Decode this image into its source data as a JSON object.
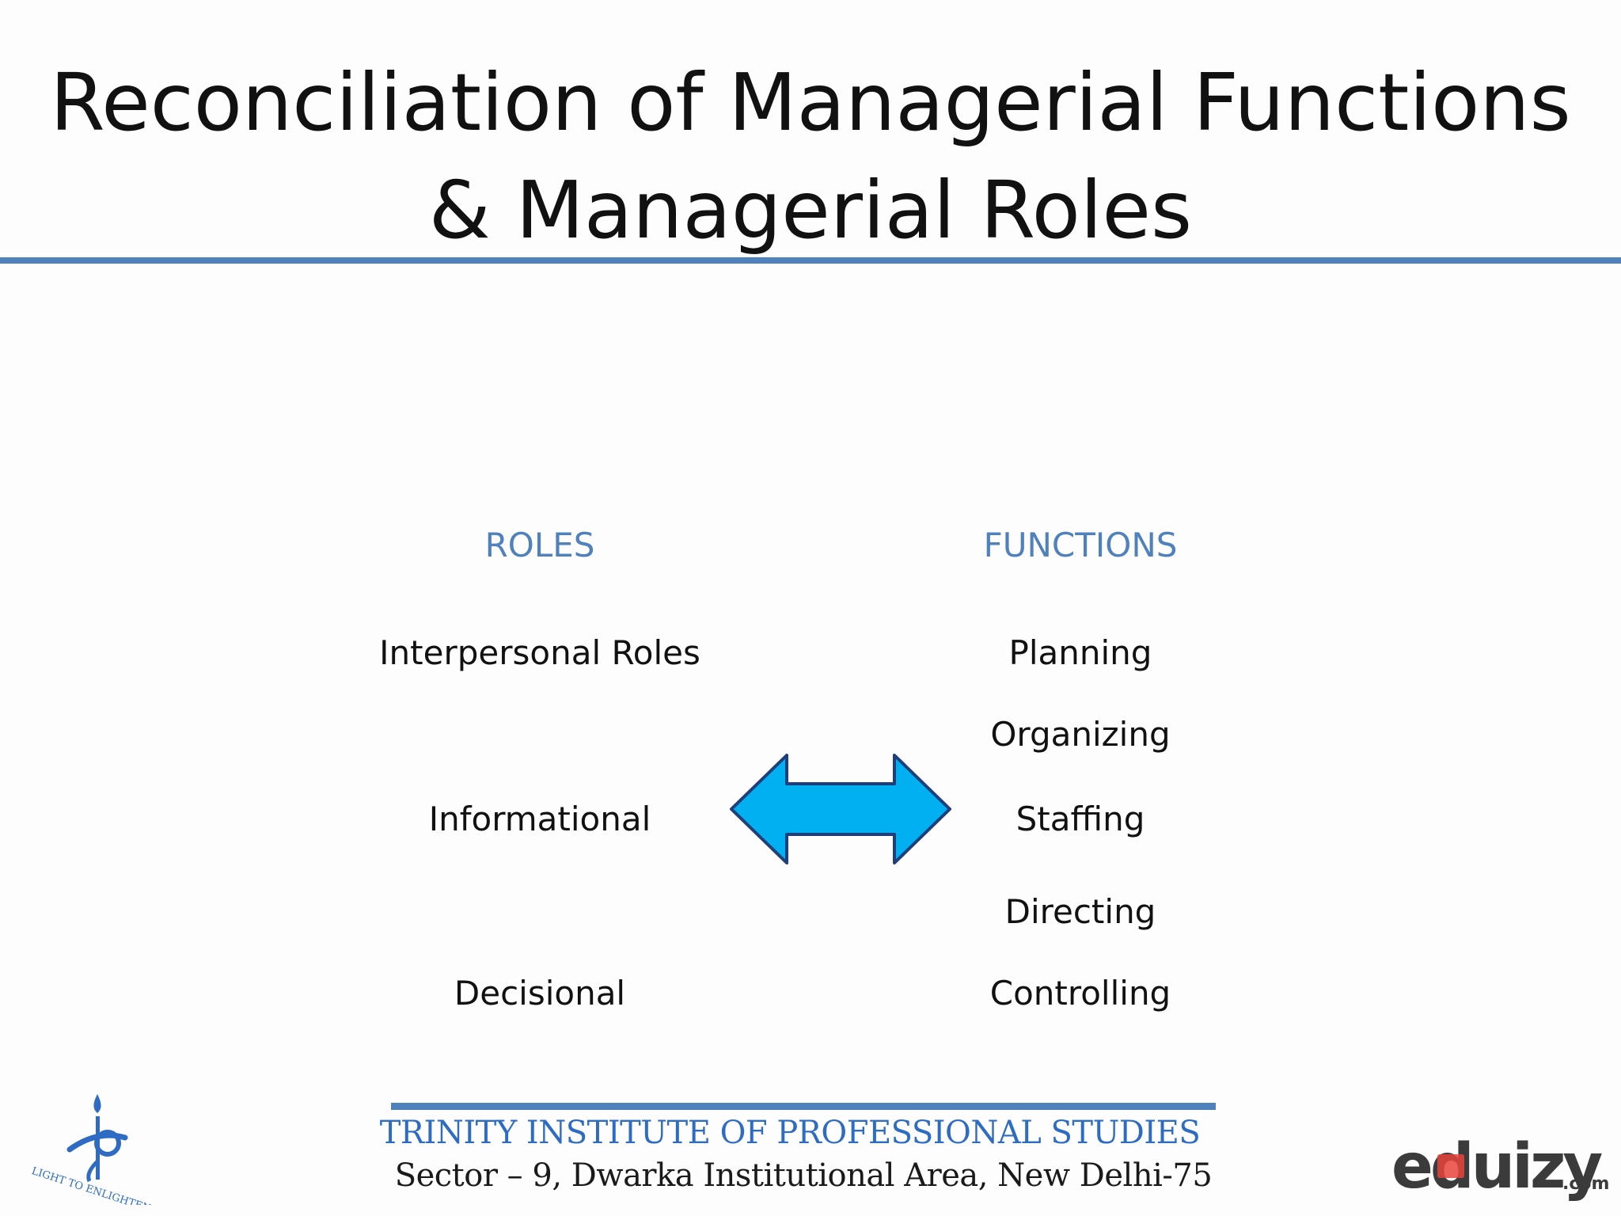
{
  "slide": {
    "title_line1": "Reconciliation of Managerial Functions",
    "title_line2": "& Managerial Roles"
  },
  "roles": {
    "heading": "ROLES",
    "items": [
      "Interpersonal Roles",
      "Informational",
      "Decisional"
    ]
  },
  "functions": {
    "heading": "FUNCTIONS",
    "items": [
      "Planning",
      "Organizing",
      "Staffing",
      "Directing",
      "Controlling"
    ]
  },
  "footer": {
    "institute_name": "TRINITY INSTITUTE OF PROFESSIONAL STUDIES",
    "address": "Sector – 9, Dwarka Institutional Area, New Delhi-75"
  },
  "logos": {
    "left_motto": "LIGHT TO ENLIGHTEN",
    "right_brand": "eduizy",
    "right_brand_suffix": ".com"
  },
  "colors": {
    "accent": "#4f81bd",
    "arrow_fill": "#00b0f0",
    "arrow_stroke": "#1f3f7a",
    "heading_blue": "#4f81bd",
    "institute_blue": "#2e6cc4"
  },
  "icons": {
    "arrow": "double-headed-arrow-icon",
    "left_logo": "institute-logo-icon",
    "right_logo": "eduizy-logo-icon"
  }
}
